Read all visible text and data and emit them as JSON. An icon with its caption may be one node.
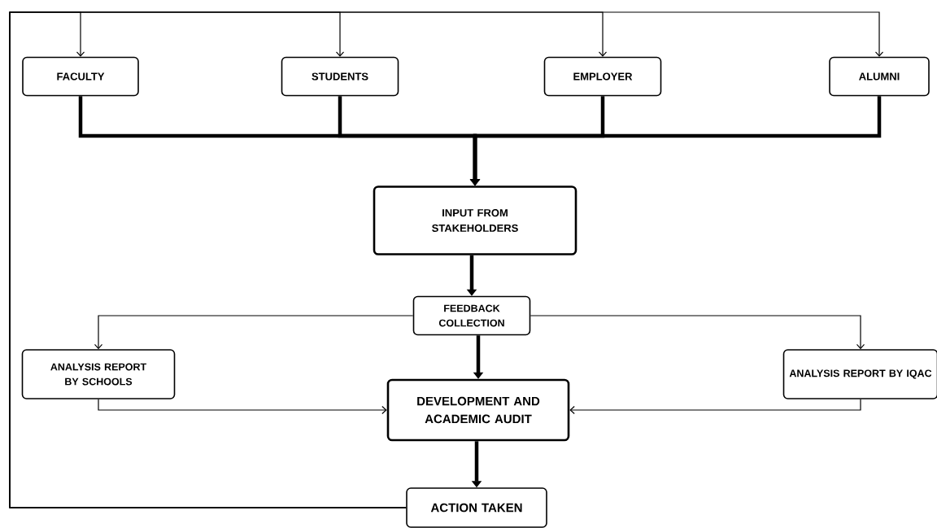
{
  "diagram": {
    "nodes": [
      {
        "text": [
          "FACULTY"
        ]
      },
      {
        "text": [
          "STUDENTS"
        ]
      },
      {
        "text": [
          "EMPLOYER"
        ]
      },
      {
        "text": [
          "ALUMNI"
        ]
      },
      {
        "text": [
          "INPUT FROM STAKEHOLDERS"
        ]
      },
      {
        "text": [
          "FEEDBACK COLLECTION"
        ]
      },
      {
        "text": [
          "ANALYSIS REPORT BY SCHOOLS"
        ]
      },
      {
        "text": [
          "ANALYSIS REPORT BY IQAC"
        ]
      },
      {
        "text": [
          "DEVELOPMENT AND ACADEMIC AUDIT"
        ]
      },
      {
        "text": [
          "ACTION TAKEN"
        ]
      }
    ],
    "edges": [
      {
        "from": 0,
        "to": 4,
        "arrow": "to",
        "style": "thick"
      },
      {
        "from": 1,
        "to": 4,
        "arrow": "to",
        "style": "thick"
      },
      {
        "from": 2,
        "to": 4,
        "arrow": "to",
        "style": "thick"
      },
      {
        "from": 3,
        "to": 4,
        "arrow": "to",
        "style": "thick"
      },
      {
        "from": 4,
        "to": 5,
        "arrow": "to",
        "style": "thick"
      },
      {
        "from": 5,
        "to": 6,
        "arrow": "to"
      },
      {
        "from": 5,
        "to": 7,
        "arrow": "to"
      },
      {
        "from": 5,
        "to": 8,
        "arrow": "to",
        "style": "thick"
      },
      {
        "from": 6,
        "to": 8,
        "arrow": "to"
      },
      {
        "from": 7,
        "to": 8,
        "arrow": "to"
      },
      {
        "from": 8,
        "to": 9,
        "arrow": "to",
        "style": "thick"
      },
      {
        "from": 9,
        "to": 0,
        "arrow": "to"
      },
      {
        "from": 9,
        "to": 1,
        "arrow": "to"
      },
      {
        "from": 9,
        "to": 2,
        "arrow": "to"
      },
      {
        "from": 9,
        "to": 3,
        "arrow": "to"
      }
    ]
  }
}
